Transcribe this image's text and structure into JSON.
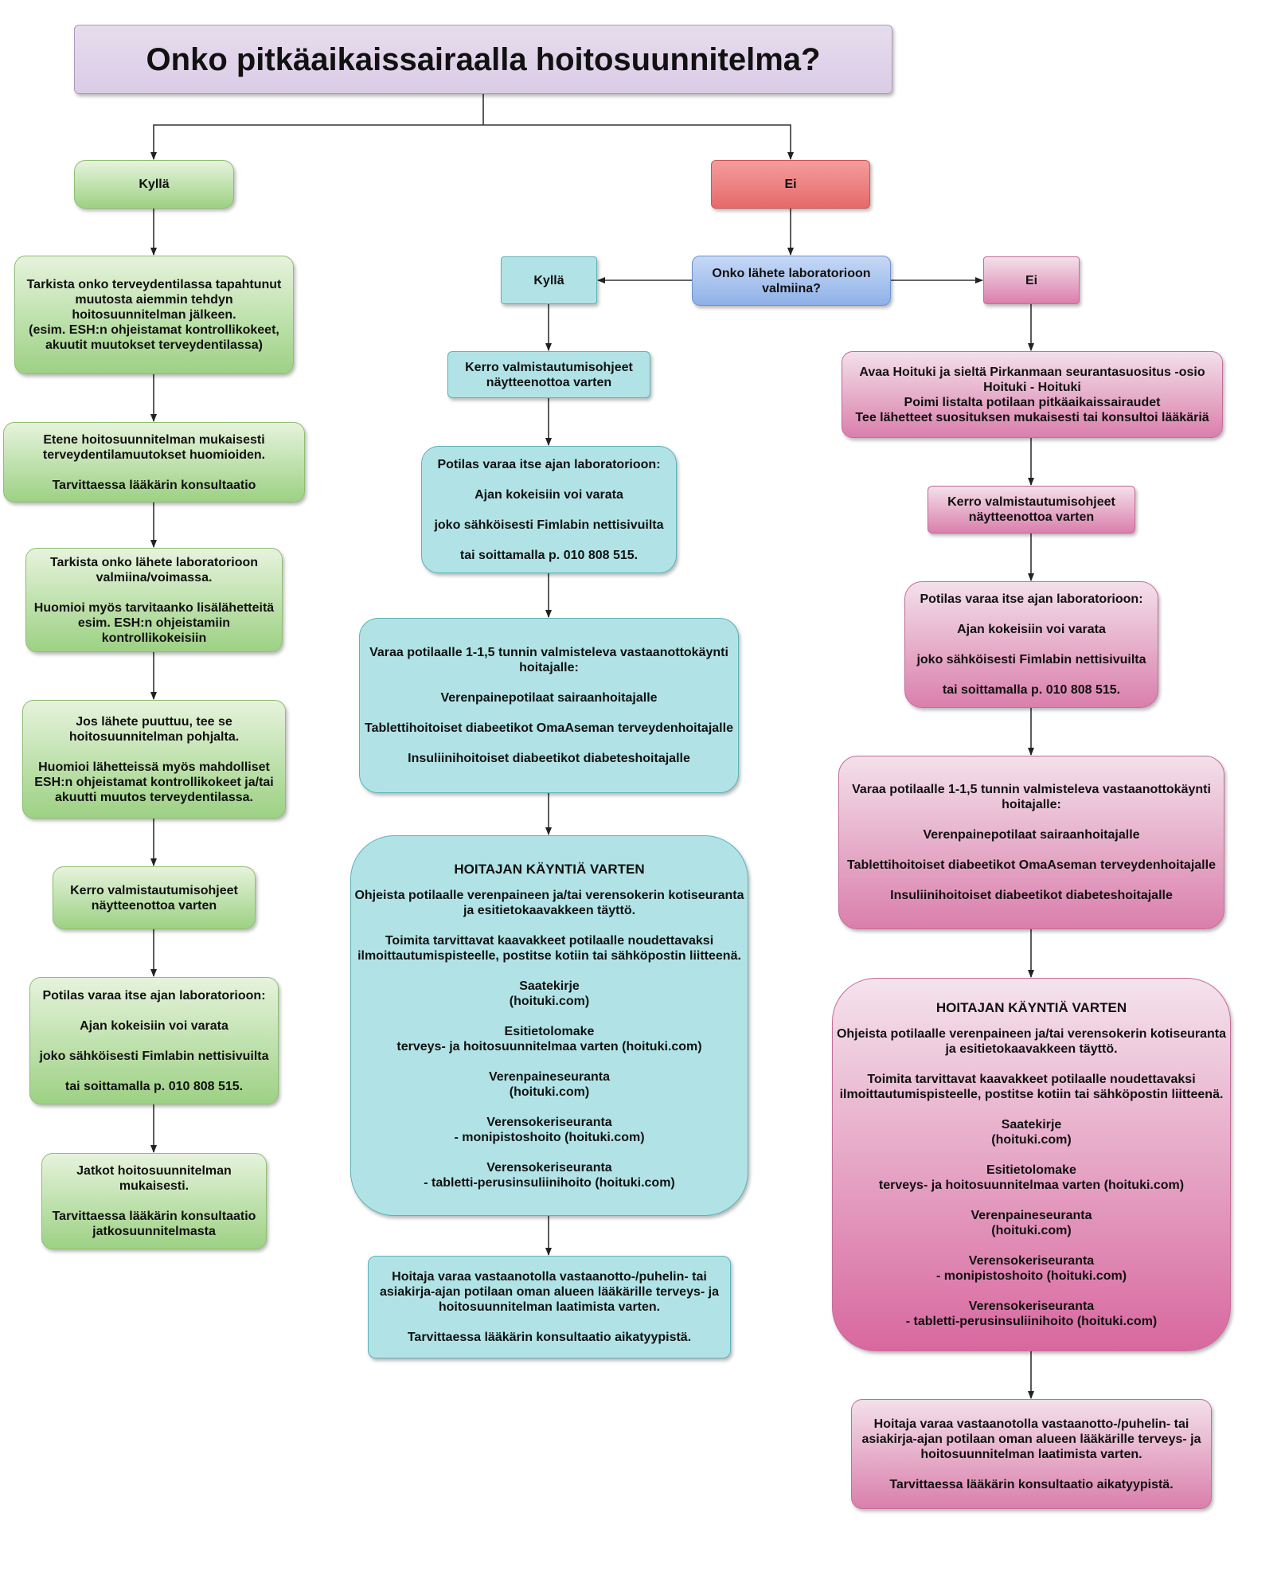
{
  "title": "Onko pitkäaikaissairaalla hoitosuunnitelma?",
  "left": {
    "kylla": "Kyllä",
    "step1": "Tarkista onko terveydentilassa tapahtunut\nmuutosta aiemmin tehdyn\nhoitosuunnitelman jälkeen.\n(esim. ESH:n ohjeistamat kontrollikokeet,\nakuutit muutokset terveydentilassa)",
    "step2": "Etene hoitosuunnitelman mukaisesti\nterveydentilamuutokset huomioiden.\n\nTarvittaessa lääkärin konsultaatio",
    "step3": "Tarkista onko lähete laboratorioon\nvalmiina/voimassa.\n\nHuomioi myös tarvitaanko lisälähetteitä\nesim.  ESH:n ohjeistamiin\nkontrollikokeisiin",
    "step4": "Jos lähete puuttuu, tee se\nhoitosuunnitelman pohjalta.\n\nHuomioi lähetteissä myös mahdolliset\nESH:n ohjeistamat kontrollikokeet ja/tai\nakuutti muutos terveydentilassa.",
    "step5": "Kerro valmistautumisohjeet\nnäytteenottoa varten",
    "step6": "Potilas varaa itse ajan laboratorioon:\n\nAjan kokeisiin voi varata\n\njoko sähköisesti Fimlabin nettisivuilta\n\ntai soittamalla p. 010 808 515.",
    "step7": "Jatkot hoitosuunnitelman\nmukaisesti.\n\nTarvittaessa lääkärin konsultaatio\njatkosuunnitelmasta"
  },
  "ei": "Ei",
  "question2": "Onko lähete laboratorioon\nvalmiina?",
  "middle": {
    "kylla": "Kyllä",
    "step1": "Kerro valmistautumisohjeet\nnäytteenottoa varten",
    "step2": "Potilas varaa itse ajan laboratorioon:\n\nAjan kokeisiin voi varata\n\njoko sähköisesti Fimlabin nettisivuilta\n\ntai soittamalla p. 010 808 515.",
    "step3": "Varaa potilaalle 1-1,5 tunnin valmisteleva vastaanottokäynti\nhoitajalle:\n\nVerenpainepotilaat sairaanhoitajalle\n\nTablettihoitoiset diabeetikot OmaAseman terveydenhoitajalle\n\nInsuliinihoitoiset diabeetikot diabeteshoitajalle",
    "step4_title": "HOITAJAN KÄYNTIÄ VARTEN",
    "step4_body": "Ohjeista potilaalle verenpaineen ja/tai verensokerin kotiseuranta\nja esitietokaavakkeen täyttö.\n\nToimita tarvittavat kaavakkeet potilaalle noudettavaksi\nilmoittautumispisteelle, postitse kotiin tai sähköpostin liitteenä.\n\nSaatekirje\n(hoituki.com)\n\nEsitietolomake\nterveys- ja hoitosuunnitelmaa varten (hoituki.com)\n\nVerenpaineseuranta\n(hoituki.com)\n\nVerensokeriseuranta\n- monipistoshoito (hoituki.com)\n\nVerensokeriseuranta\n- tabletti-perusinsuliinihoito (hoituki.com)",
    "step5": "Hoitaja varaa vastaanotolla vastaanotto-/puhelin- tai\nasiakirja-ajan potilaan oman alueen lääkärille terveys- ja\nhoitosuunnitelman laatimista varten.\n\nTarvittaessa lääkärin konsultaatio aikatyypistä."
  },
  "right": {
    "ei": "Ei",
    "step1": "Avaa Hoituki ja sieltä Pirkanmaan seurantasuositus -osio\nHoituki - Hoituki\nPoimi listalta potilaan pitkäaikaissairaudet\nTee lähetteet suosituksen mukaisesti tai konsultoi lääkäriä",
    "step2": "Kerro valmistautumisohjeet\nnäytteenottoa varten",
    "step3": "Potilas varaa itse ajan laboratorioon:\n\nAjan kokeisiin voi varata\n\njoko sähköisesti Fimlabin nettisivuilta\n\ntai soittamalla p. 010 808 515.",
    "step4": "Varaa potilaalle 1-1,5 tunnin valmisteleva vastaanottokäynti\nhoitajalle:\n\nVerenpainepotilaat sairaanhoitajalle\n\nTablettihoitoiset diabeetikot OmaAseman terveydenhoitajalle\n\nInsuliinihoitoiset diabeetikot diabeteshoitajalle",
    "step5_title": "HOITAJAN KÄYNTIÄ VARTEN",
    "step5_body": "Ohjeista potilaalle verenpaineen ja/tai verensokerin kotiseuranta\nja esitietokaavakkeen täyttö.\n\nToimita tarvittavat kaavakkeet potilaalle noudettavaksi\nilmoittautumispisteelle, postitse kotiin tai sähköpostin liitteenä.\n\nSaatekirje\n(hoituki.com)\n\nEsitietolomake\nterveys- ja hoitosuunnitelmaa varten (hoituki.com)\n\nVerenpaineseuranta\n(hoituki.com)\n\nVerensokeriseuranta\n- monipistoshoito (hoituki.com)\n\nVerensokeriseuranta\n- tabletti-perusinsuliinihoito (hoituki.com)",
    "step6": "Hoitaja varaa vastaanotolla vastaanotto-/puhelin- tai\nasiakirja-ajan potilaan oman alueen lääkärille terveys- ja\nhoitosuunnitelman laatimista varten.\n\nTarvittaessa lääkärin konsultaatio aikatyypistä."
  }
}
